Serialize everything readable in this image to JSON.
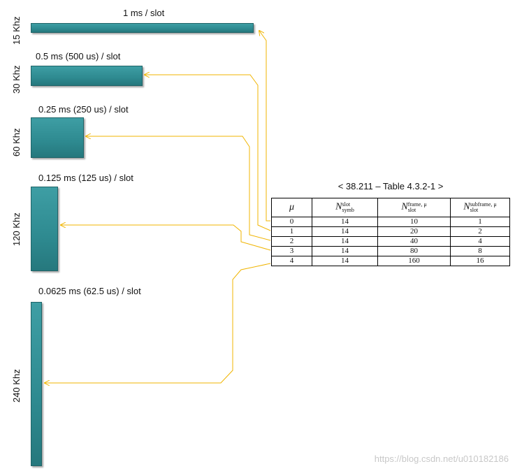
{
  "diagram": {
    "bars": [
      {
        "freq": "15 Khz",
        "duration": "1 ms / slot"
      },
      {
        "freq": "30 Khz",
        "duration": "0.5 ms (500 us) / slot"
      },
      {
        "freq": "60 Khz",
        "duration": "0.25 ms (250 us) / slot"
      },
      {
        "freq": "120 Khz",
        "duration": "0.125 ms (125 us) / slot"
      },
      {
        "freq": "240 Khz",
        "duration": "0.0625 ms (62.5 us) / slot"
      }
    ],
    "arrow_color": "#f0b400",
    "bar_color": "#2e8a90"
  },
  "table": {
    "title": "< 38.211 – Table 4.3.2-1 >",
    "headers": {
      "mu": "μ",
      "col2_sym": "N",
      "col2_sup": "slot",
      "col2_sub": "symb",
      "col3_sym": "N",
      "col3_sup": "frame, μ",
      "col3_sub": "slot",
      "col4_sym": "N",
      "col4_sup": "subframe, μ",
      "col4_sub": "slot"
    },
    "rows": [
      {
        "mu": "0",
        "symb": "14",
        "frame": "10",
        "subframe": "1"
      },
      {
        "mu": "1",
        "symb": "14",
        "frame": "20",
        "subframe": "2"
      },
      {
        "mu": "2",
        "symb": "14",
        "frame": "40",
        "subframe": "4"
      },
      {
        "mu": "3",
        "symb": "14",
        "frame": "80",
        "subframe": "8"
      },
      {
        "mu": "4",
        "symb": "14",
        "frame": "160",
        "subframe": "16"
      }
    ]
  },
  "watermark": "https://blog.csdn.net/u010182186"
}
